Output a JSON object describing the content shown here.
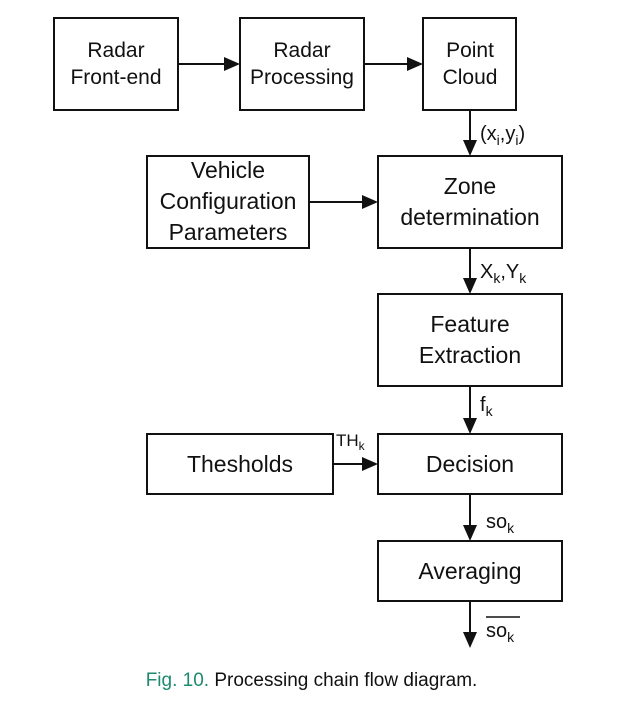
{
  "nodes": {
    "radar_frontend": [
      "Radar",
      "Front-end"
    ],
    "radar_processing": [
      "Radar",
      "Processing"
    ],
    "point_cloud": [
      "Point",
      "Cloud"
    ],
    "vehicle_config": [
      "Vehicle",
      "Configuration",
      "Parameters"
    ],
    "zone_determination": [
      "Zone",
      "determination"
    ],
    "feature_extraction": [
      "Feature",
      "Extraction"
    ],
    "thresholds": [
      "Thesholds"
    ],
    "decision": [
      "Decision"
    ],
    "averaging": [
      "Averaging"
    ]
  },
  "edges": {
    "point_to_zone": {
      "open": "(x",
      "s1": "i",
      "mid": ",y",
      "s2": "i",
      "close": ")"
    },
    "zone_to_feature": {
      "a": "X",
      "s1": "k",
      "mid": ",Y",
      "s2": "k"
    },
    "feature_to_decision": {
      "a": "f",
      "s1": "k"
    },
    "thresholds_to_decision": {
      "a": "TH",
      "s1": "k"
    },
    "decision_to_averaging": {
      "a": "so",
      "s1": "k"
    },
    "averaging_out": {
      "a": "so",
      "s1": "k"
    }
  },
  "caption": {
    "fig_label": "Fig. 10.",
    "text": "Processing chain flow diagram."
  },
  "colors": {
    "caption_label": "#1e8a6e"
  }
}
